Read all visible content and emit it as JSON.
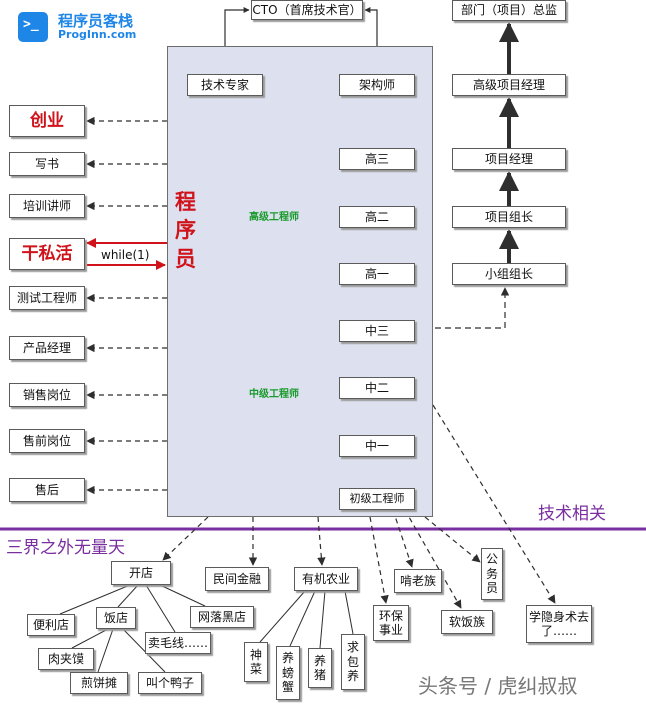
{
  "logo": {
    "title": "程序员客栈",
    "url_text": "ProgInn.com",
    "icon": "terminal-prompt-icon"
  },
  "colors": {
    "red": "#d0121a",
    "green": "#1a9a2c",
    "purple": "#7a2fa0",
    "panel": "#dde1ef"
  },
  "top": {
    "cto": "CTO（首席技术官）",
    "tech_expert": "技术专家",
    "architect": "架构师"
  },
  "engineers": {
    "senior3": "高三",
    "senior2": "高二",
    "senior1": "高一",
    "mid3": "中三",
    "mid2": "中二",
    "mid1": "中一",
    "junior": "初级工程师",
    "senior_label": "高级工程师",
    "mid_label": "中级工程师"
  },
  "programmer": [
    "程",
    "序",
    "员"
  ],
  "management": {
    "director": "部门（项目）总监",
    "senior_pm": "高级项目经理",
    "pm": "项目经理",
    "team_lead": "项目组长",
    "group_lead": "小组组长"
  },
  "left": {
    "startup": "创业",
    "book": "写书",
    "trainer": "培训讲师",
    "side_job": "干私活",
    "while_label": "while(1)",
    "tester": "测试工程师",
    "product": "产品经理",
    "sales": "销售岗位",
    "presales": "售前岗位",
    "aftersales": "售后"
  },
  "divider": {
    "tech": "技术相关",
    "other": "三界之外无量天"
  },
  "bottom": {
    "shop": "开店",
    "store": "便利店",
    "restaurant": "饭店",
    "online": "网落黑店",
    "yarn": "卖毛线……",
    "roujiamo": "肉夹馍",
    "jianbing": "煎饼摊",
    "duck": "叫个鸭子",
    "finance": "民间金融",
    "farm": "有机农业",
    "veg": "神菜",
    "crab": "养螃蟹",
    "pig": "养猪",
    "bun": "求包养",
    "env": "环保事业",
    "neet": "啃老族",
    "rice": "软饭族",
    "civil": "公务员",
    "hermit": "学隐身术去了……"
  },
  "watermark": "头条号 / 虎纠叔叔"
}
